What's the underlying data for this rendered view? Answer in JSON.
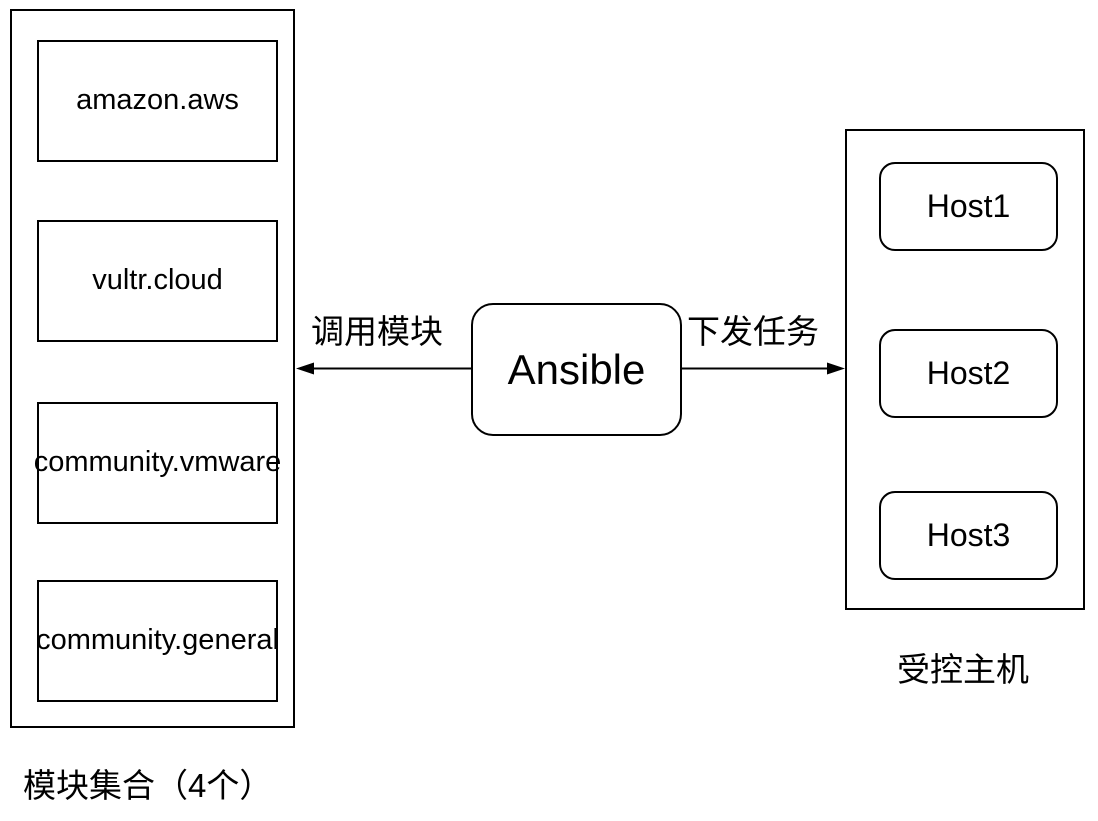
{
  "canvas": {
    "background_color": "#ffffff",
    "stroke_color": "#000000",
    "text_color": "#000000"
  },
  "ansible": {
    "label": "Ansible"
  },
  "modules": {
    "caption": "模块集合（4个）",
    "items": [
      {
        "label": "amazon.aws"
      },
      {
        "label": "vultr.cloud"
      },
      {
        "label": "community.vmware"
      },
      {
        "label": "community.general"
      }
    ]
  },
  "hosts": {
    "caption": "受控主机",
    "items": [
      {
        "label": "Host1"
      },
      {
        "label": "Host2"
      },
      {
        "label": "Host3"
      }
    ]
  },
  "arrows": {
    "left": {
      "label": "调用模块",
      "direction": "from Ansible to module collections"
    },
    "right": {
      "label": "下发任务",
      "direction": "from Ansible to controlled hosts"
    }
  }
}
